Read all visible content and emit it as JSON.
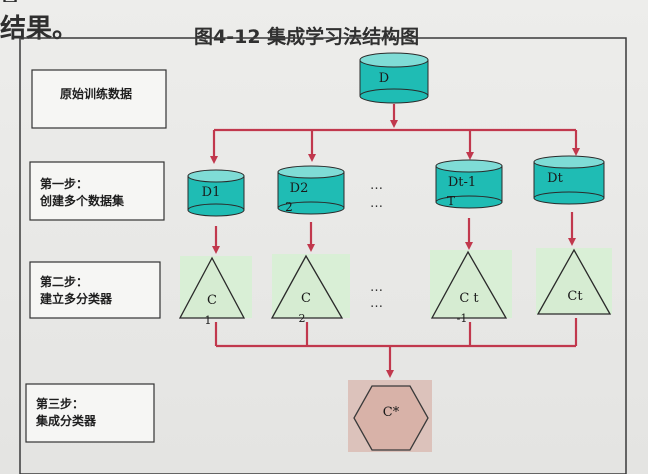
{
  "page": {
    "heading_top": "总",
    "heading": "结果。",
    "figure_title": "图4-12 集成学习法结构图"
  },
  "steps": {
    "raw_data": "原始训练数据",
    "step1_title": "第一步：",
    "step1_desc": "创建多个数据集",
    "step2_title": "第二步：",
    "step2_desc": "建立多分类器",
    "step3_title": "第三步：",
    "step3_desc": "集成分类器"
  },
  "nodes": {
    "source": "D",
    "datasets": [
      {
        "main": "D1",
        "sub": ""
      },
      {
        "main": "D2",
        "sub": "2"
      },
      {
        "main": "Dt-1",
        "sub": "T"
      },
      {
        "main": "Dt",
        "sub": ""
      }
    ],
    "classifiers": [
      {
        "main": "C",
        "sub": "1"
      },
      {
        "main": "C",
        "sub": "2"
      },
      {
        "main": "C t",
        "sub": "-1"
      },
      {
        "main": "Ct",
        "sub": ""
      }
    ],
    "ensemble": "C*",
    "ellipsis": "…"
  },
  "colors": {
    "cylinder_fill": "#1fbcb4",
    "cylinder_top": "#7fdcd6",
    "arrow": "#c1384d",
    "hexagon_fill": "#d8b2a8",
    "triangle_bg": "#d9efd6"
  }
}
